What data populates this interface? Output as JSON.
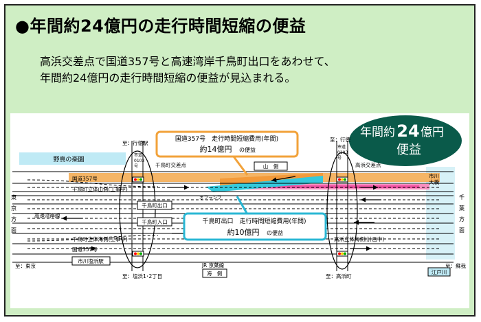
{
  "title": "●年間約24億円の走行時間短縮の便益",
  "intro": {
    "line1": "高浜交差点で国道357号と高速湾岸千鳥町出口をあわせて、",
    "line2": "年間約24億円の走行時間短縮の便益が見込まれる。"
  },
  "badge": {
    "line1": "年間約",
    "amount": "24",
    "line2": "億円",
    "line3": "便益"
  },
  "callout_top": {
    "line1": "国道357号　走行時間短縮費用(年間)",
    "line2_prefix": "約14億円",
    "line2_suffix": "の便益"
  },
  "callout_bottom": {
    "line1": "千鳥町出口　走行時間短縮費用(年間)",
    "line2_prefix": "約10億円",
    "line2_suffix": "の便益"
  },
  "map": {
    "to_gyotoku_left": "至：行徳駅",
    "to_gyotoku_right": "至：行徳",
    "nomeno_rakuen": "野鳥の楽園",
    "city_road_left": [
      "市道",
      "0103",
      "号"
    ],
    "city_road_right": [
      "市道",
      "0103",
      "号"
    ],
    "chidoricho_intersection": "千鳥町交差点",
    "takahama_intersection": "高浜交差点",
    "yama_side": "山　側",
    "umi_side": "海　側",
    "route357_top": "国道357号",
    "route357_bottom": "国道357号",
    "overpass_yama": "千鳥町立体山側(工事中)",
    "overpass_umi": "千鳥町立体海側(工事中)",
    "offramp": "オフランプ",
    "chidori_exit": "千鳥町出口",
    "chidori_entrance": "千鳥町入口",
    "expressway": "高速湾岸線",
    "takahama_overpass_umi": "高浜立体海側(計画中)",
    "west_label": [
      "東",
      "京",
      "方",
      "面"
    ],
    "east_label": [
      "千",
      "葉",
      "方",
      "面"
    ],
    "ichikawa_ohashi": [
      "市川",
      "大橋"
    ],
    "edogawa": "江戸川",
    "to_tokyo": "至：東京",
    "to_soga": "至：蘇我",
    "ichikawa_shiohama": "市川塩浜駅",
    "jr_keiyo": "JR 京葉線",
    "to_shiohama": "至：塩浜1･2丁目",
    "to_takahamacho": "至：高浜町"
  },
  "colors": {
    "frame_bg": "#cfeec4",
    "road_orange": "#f5b566",
    "ramp_blue": "#34c9dc",
    "pink": "#ee4fa0",
    "badge": "#0a5a4a",
    "callout_border": "#f2a23a",
    "callout_blue": "#2ab7d4"
  }
}
